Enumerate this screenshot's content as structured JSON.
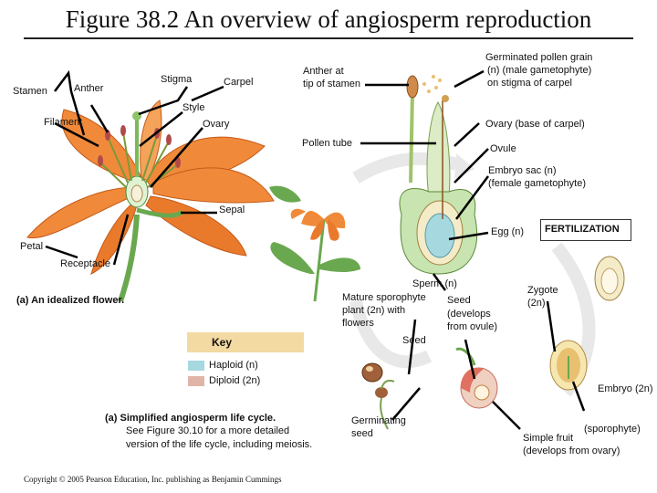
{
  "title": "Figure 38.2 An overview of angiosperm reproduction",
  "flower_labels": {
    "stamen": "Stamen",
    "anther": "Anther",
    "filament": "Filament",
    "stigma": "Stigma",
    "carpel": "Carpel",
    "style": "Style",
    "ovary": "Ovary",
    "sepal": "Sepal",
    "petal": "Petal",
    "receptacle": "Receptacle",
    "caption": "(a)  An idealized flower."
  },
  "cycle_labels": {
    "anther_tip": [
      "Anther at",
      "tip of stamen"
    ],
    "germinated_pollen": [
      "Germinated pollen grain",
      "(n) (male gametophyte)",
      "on stigma of carpel"
    ],
    "ovary_base": "Ovary (base of carpel)",
    "pollen_tube": "Pollen tube",
    "ovule": "Ovule",
    "embryo_sac": [
      "Embryo sac (n)",
      "(female gametophyte)"
    ],
    "egg": "Egg (n)",
    "fertilization": "FERTILIZATION",
    "sperm": "Sperm (n)",
    "mature_sporophyte": [
      "Mature sporophyte",
      "plant (2n) with",
      "flowers"
    ],
    "seed_develops": [
      "Seed",
      "(develops",
      "from ovule)"
    ],
    "zygote": [
      "Zygote",
      "(2n)"
    ],
    "seed": "Seed",
    "germinating_seed": [
      "Germinating",
      "seed"
    ],
    "embryo": [
      "Embryo (2n)",
      "(sporophyte)"
    ],
    "simple_fruit": [
      "Simple fruit",
      "(develops from ovary)"
    ]
  },
  "key": {
    "title": "Key",
    "haploid": "Haploid (n)",
    "diploid": "Diploid (2n)"
  },
  "cycle_caption": [
    "(a)  Simplified angiosperm life cycle.",
    "See Figure 30.10 for a more detailed",
    "version of the life cycle, including meiosis."
  ],
  "copyright": "Copyright © 2005 Pearson Education, Inc. publishing as Benjamin Cummings",
  "colors": {
    "petal": "#f08a3a",
    "petal_dark": "#d8641e",
    "haploid": "#a6d8df",
    "diploid": "#e0b5a8",
    "key_bg": "#f3d9a2",
    "stem": "#6aa84f",
    "arrow": "#e6e6e6"
  }
}
